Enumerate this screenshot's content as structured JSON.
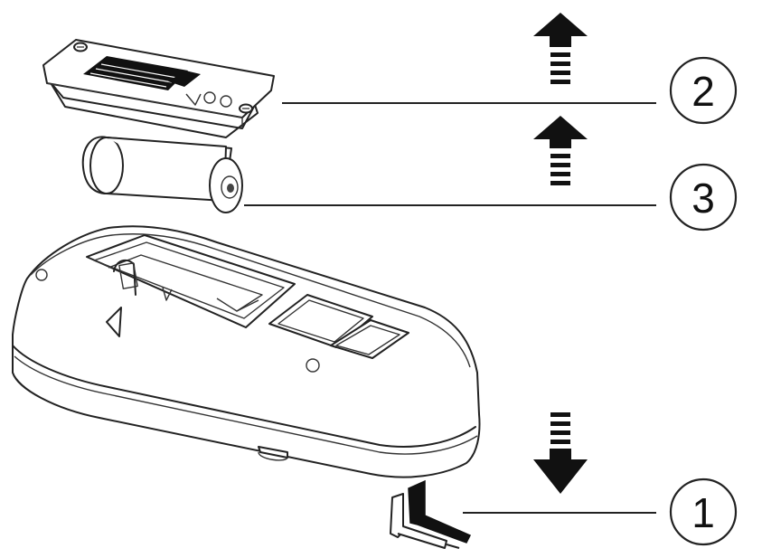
{
  "diagram": {
    "callouts": [
      {
        "id": "2",
        "label": "2",
        "part": "battery-cover"
      },
      {
        "id": "3",
        "label": "3",
        "part": "battery"
      },
      {
        "id": "1",
        "label": "1",
        "part": "test-leads"
      }
    ],
    "arrows": [
      {
        "part": "battery-cover",
        "direction": "up"
      },
      {
        "part": "battery",
        "direction": "up"
      },
      {
        "part": "test-leads",
        "direction": "down"
      }
    ],
    "colors": {
      "stroke": "#222222",
      "fill": "#ffffff",
      "dark": "#111111",
      "light": "#f2f2f2"
    }
  }
}
